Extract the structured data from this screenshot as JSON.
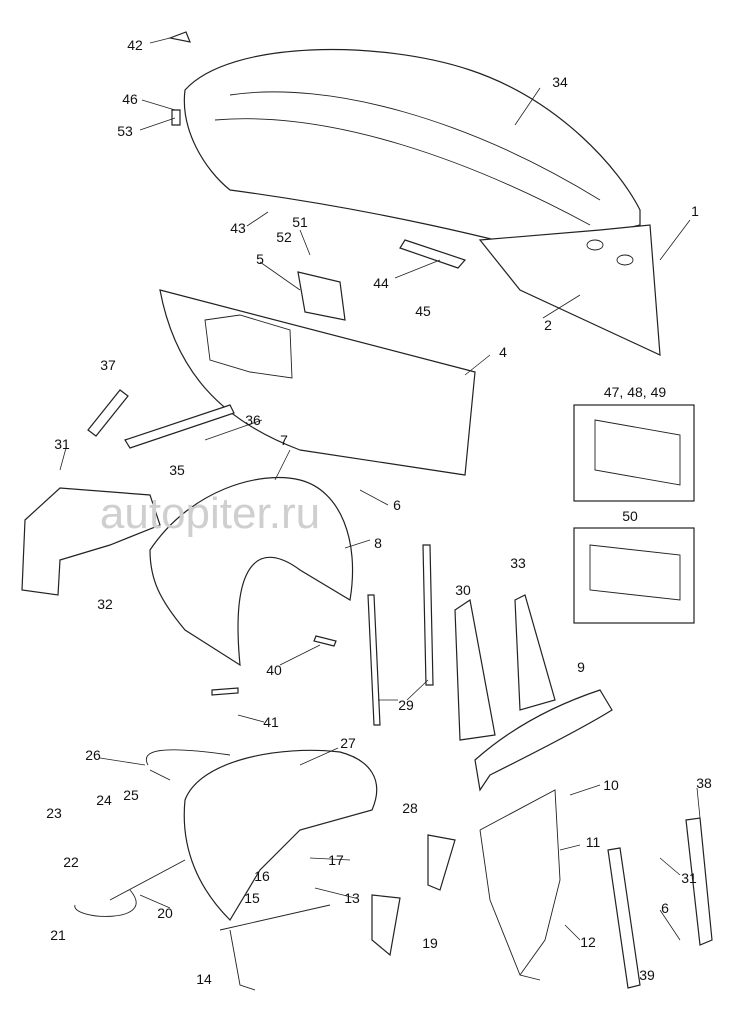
{
  "diagram": {
    "labels": [
      "42",
      "46",
      "53",
      "34",
      "1",
      "43",
      "51",
      "52",
      "5",
      "44",
      "45",
      "2",
      "4",
      "37",
      "36",
      "35",
      "31",
      "7",
      "6",
      "8",
      "32",
      "30",
      "33",
      "47, 48, 49",
      "50",
      "40",
      "29",
      "9",
      "41",
      "26",
      "27",
      "25",
      "24",
      "23",
      "22",
      "28",
      "10",
      "11",
      "38",
      "31",
      "17",
      "16",
      "15",
      "13",
      "20",
      "21",
      "12",
      "6",
      "19",
      "14",
      "39"
    ],
    "watermark": "autopiter.ru"
  }
}
